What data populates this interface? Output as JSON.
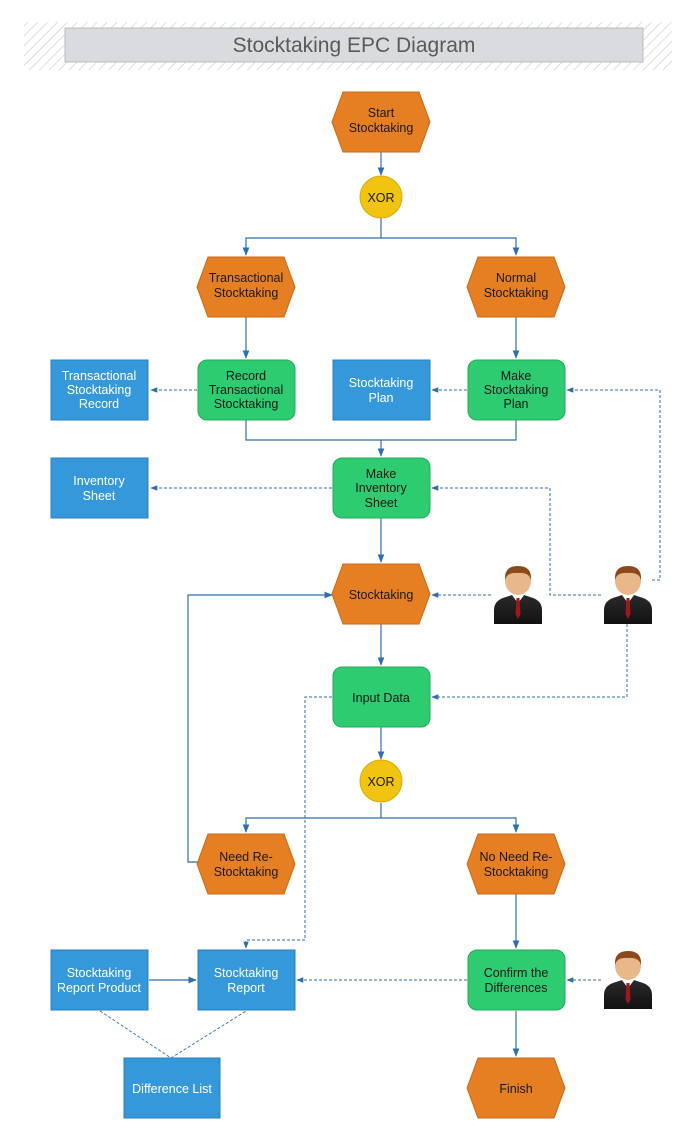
{
  "title": "Stocktaking EPC Diagram",
  "colors": {
    "event": "#e67e22",
    "function": "#2ecc71",
    "document": "#3498db",
    "connector": "#f1c40f",
    "arrow": "#2f6fb0"
  },
  "events": {
    "start": [
      "Start",
      "Stocktaking"
    ],
    "transactional": [
      "Transactional",
      "Stocktaking"
    ],
    "normal": [
      "Normal",
      "Stocktaking"
    ],
    "stocktaking": [
      "Stocktaking"
    ],
    "need_re": [
      "Need Re-",
      "Stocktaking"
    ],
    "no_need_re": [
      "No Need Re-",
      "Stocktaking"
    ],
    "finish": [
      "Finish"
    ]
  },
  "functions": {
    "record_transactional": [
      "Record",
      "Transactional",
      "Stocktaking"
    ],
    "make_plan": [
      "Make",
      "Stocktaking",
      "Plan"
    ],
    "make_inventory": [
      "Make",
      "Inventory",
      "Sheet"
    ],
    "input_data": [
      "Input Data"
    ],
    "confirm_differences": [
      "Confirm the",
      "Differences"
    ]
  },
  "documents": {
    "transactional_record": [
      "Transactional",
      "Stocktaking",
      "Record"
    ],
    "stocktaking_plan": [
      "Stocktaking",
      "Plan"
    ],
    "inventory_sheet": [
      "Inventory",
      "Sheet"
    ],
    "report_product": [
      "Stocktaking",
      "Report Product"
    ],
    "stocktaking_report": [
      "Stocktaking",
      "Report"
    ],
    "difference_list": [
      "Difference List"
    ]
  },
  "connectors": {
    "xor_top": "XOR",
    "xor_bottom": "XOR"
  },
  "people": [
    "person-icon",
    "person-icon",
    "person-icon"
  ]
}
